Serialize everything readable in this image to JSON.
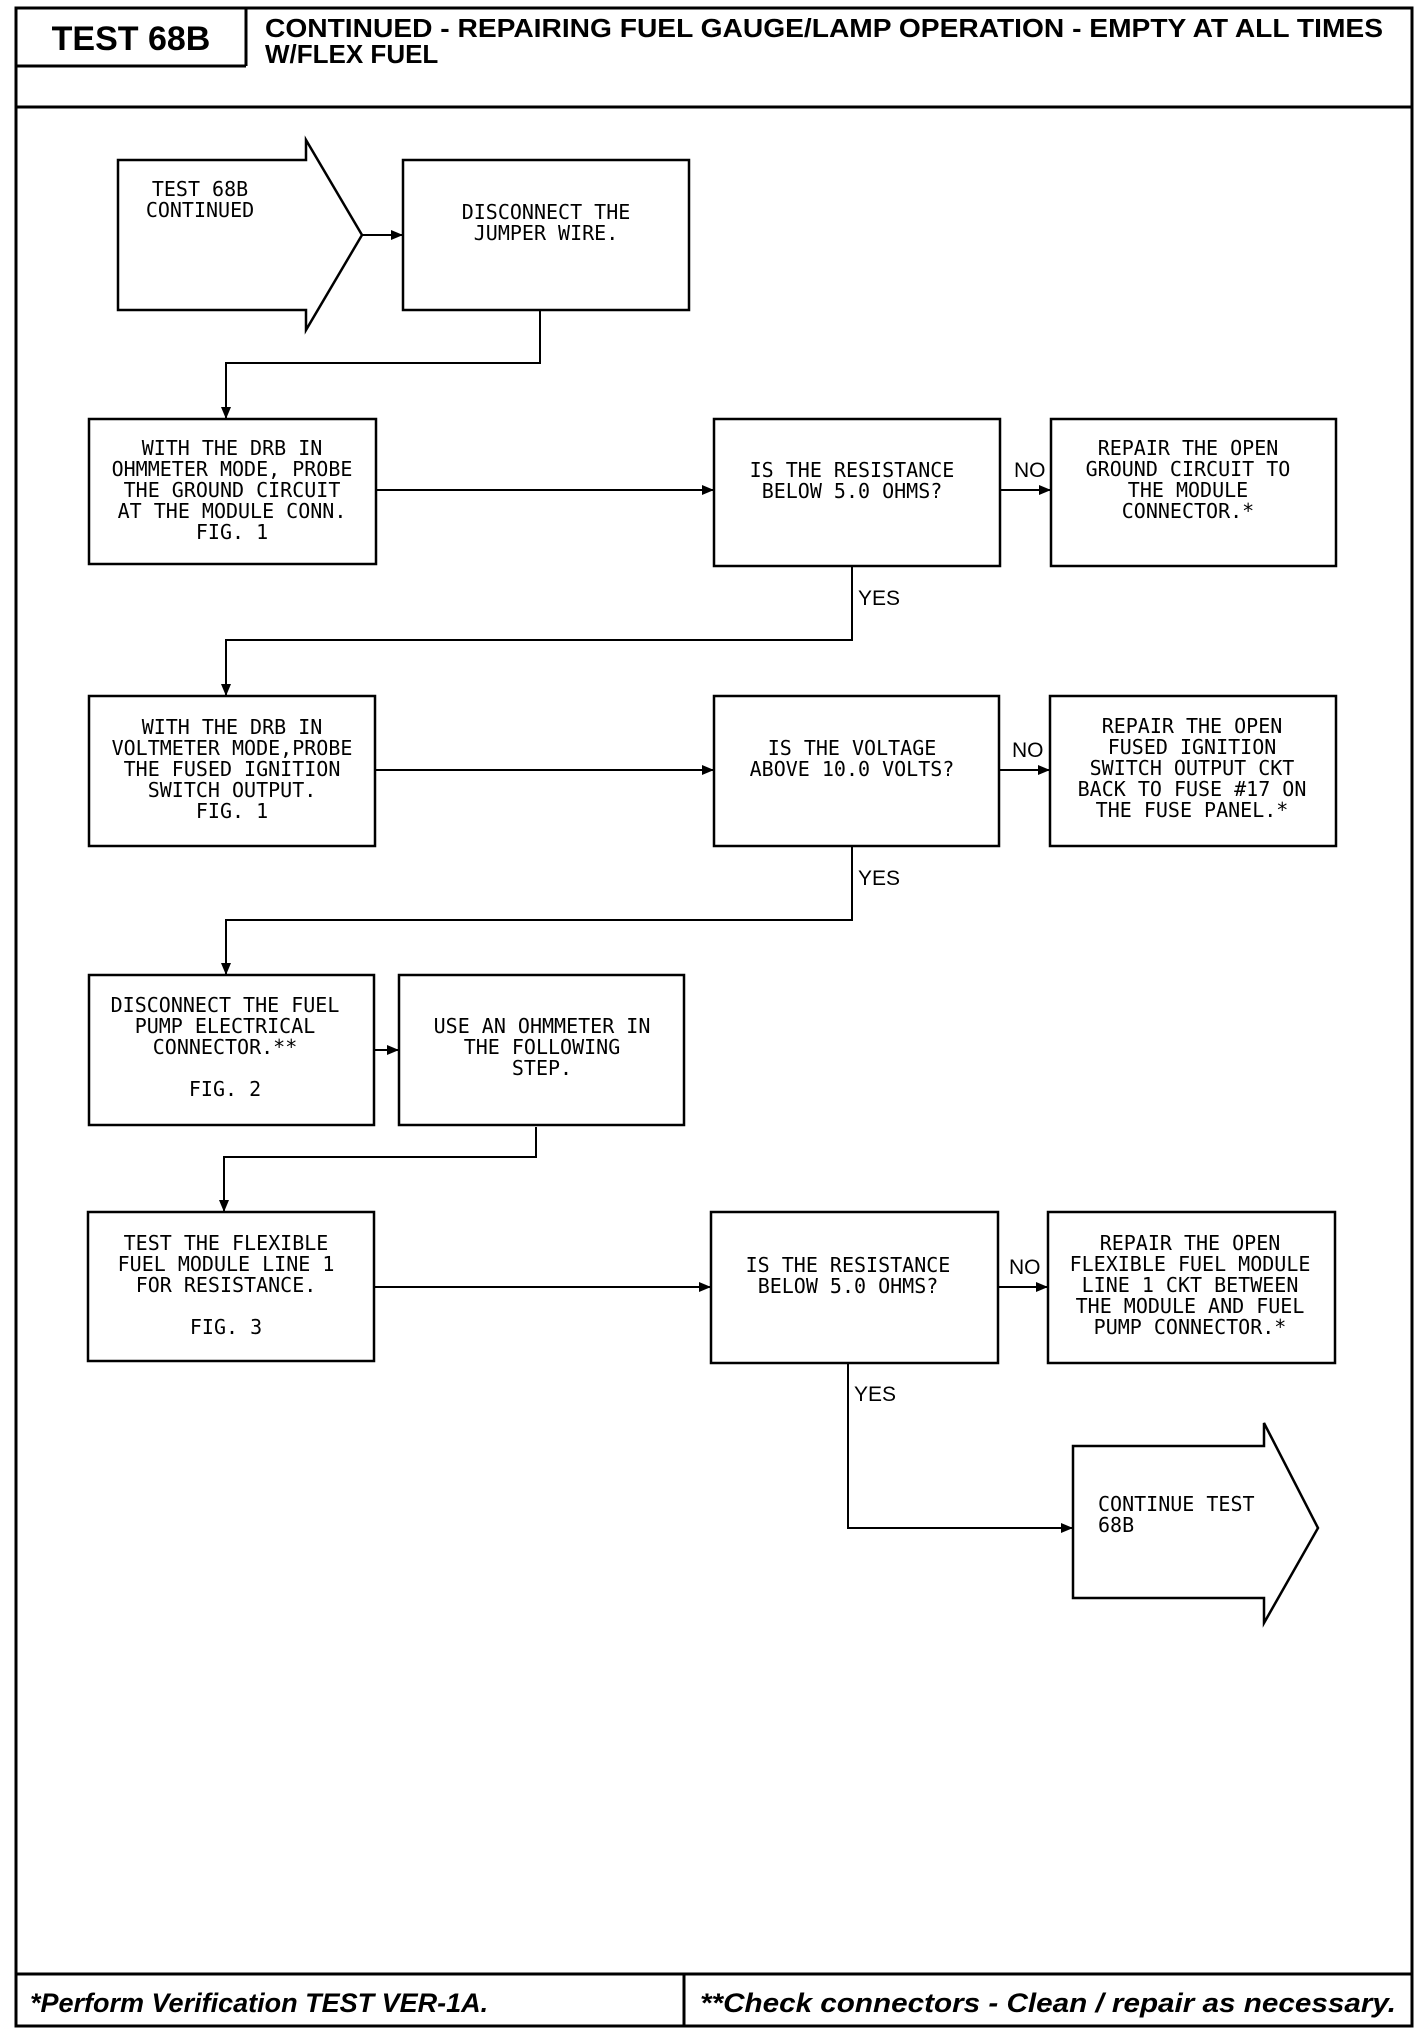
{
  "header": {
    "test_id": "TEST 68B",
    "title_line1": "CONTINUED - REPAIRING FUEL GAUGE/LAMP OPERATION - EMPTY AT ALL TIMES",
    "title_line2": "W/FLEX FUEL"
  },
  "nodes": [
    {
      "id": "start",
      "shape": "arrow",
      "lines": [
        "TEST 68B",
        "CONTINUED"
      ]
    },
    {
      "id": "disconnect_jumper",
      "shape": "box",
      "lines": [
        "DISCONNECT THE",
        "JUMPER WIRE."
      ]
    },
    {
      "id": "ohm_probe_ground",
      "shape": "box",
      "lines": [
        "WITH THE DRB IN",
        "OHMMETER MODE, PROBE",
        "THE GROUND CIRCUIT",
        "AT THE MODULE CONN.",
        "FIG. 1"
      ]
    },
    {
      "id": "q_resistance_1",
      "shape": "box",
      "lines": [
        "IS THE RESISTANCE",
        "BELOW 5.0 OHMS?"
      ]
    },
    {
      "id": "repair_ground",
      "shape": "box",
      "lines": [
        "REPAIR THE OPEN",
        "GROUND CIRCUIT TO",
        "THE MODULE",
        "CONNECTOR.*"
      ]
    },
    {
      "id": "volt_probe_ignition",
      "shape": "box",
      "lines": [
        "WITH THE DRB IN",
        "VOLTMETER MODE,PROBE",
        "THE FUSED IGNITION",
        "SWITCH OUTPUT.",
        "FIG. 1"
      ]
    },
    {
      "id": "q_voltage",
      "shape": "box",
      "lines": [
        "IS THE VOLTAGE",
        "ABOVE 10.0 VOLTS?"
      ]
    },
    {
      "id": "repair_ignition",
      "shape": "box",
      "lines": [
        "REPAIR THE OPEN",
        "FUSED IGNITION",
        "SWITCH OUTPUT CKT",
        "BACK TO FUSE #17 ON",
        "THE FUSE PANEL.*"
      ]
    },
    {
      "id": "disconnect_pump",
      "shape": "box",
      "lines": [
        "DISCONNECT THE FUEL",
        "PUMP ELECTRICAL",
        "CONNECTOR.**",
        "",
        "FIG. 2"
      ]
    },
    {
      "id": "use_ohmmeter",
      "shape": "box",
      "lines": [
        "USE AN OHMMETER IN",
        "THE FOLLOWING",
        "STEP."
      ]
    },
    {
      "id": "test_line1",
      "shape": "box",
      "lines": [
        "TEST THE FLEXIBLE",
        "FUEL MODULE LINE 1",
        "FOR RESISTANCE.",
        "",
        "FIG. 3"
      ]
    },
    {
      "id": "q_resistance_2",
      "shape": "box",
      "lines": [
        "IS THE RESISTANCE",
        "BELOW 5.0 OHMS?"
      ]
    },
    {
      "id": "repair_line1",
      "shape": "box",
      "lines": [
        "REPAIR THE OPEN",
        "FLEXIBLE FUEL MODULE",
        "LINE 1 CKT BETWEEN",
        "THE MODULE AND FUEL",
        "PUMP CONNECTOR.*"
      ]
    },
    {
      "id": "continue",
      "shape": "arrow",
      "lines": [
        "CONTINUE TEST",
        "68B"
      ]
    }
  ],
  "edges": [
    {
      "from": "start",
      "to": "disconnect_jumper",
      "label": ""
    },
    {
      "from": "disconnect_jumper",
      "to": "ohm_probe_ground",
      "label": ""
    },
    {
      "from": "ohm_probe_ground",
      "to": "q_resistance_1",
      "label": ""
    },
    {
      "from": "q_resistance_1",
      "to": "repair_ground",
      "label": "NO"
    },
    {
      "from": "q_resistance_1",
      "to": "volt_probe_ignition",
      "label": "YES"
    },
    {
      "from": "volt_probe_ignition",
      "to": "q_voltage",
      "label": ""
    },
    {
      "from": "q_voltage",
      "to": "repair_ignition",
      "label": "NO"
    },
    {
      "from": "q_voltage",
      "to": "disconnect_pump",
      "label": "YES"
    },
    {
      "from": "disconnect_pump",
      "to": "use_ohmmeter",
      "label": ""
    },
    {
      "from": "use_ohmmeter",
      "to": "test_line1",
      "label": ""
    },
    {
      "from": "test_line1",
      "to": "q_resistance_2",
      "label": ""
    },
    {
      "from": "q_resistance_2",
      "to": "repair_line1",
      "label": "NO"
    },
    {
      "from": "q_resistance_2",
      "to": "continue",
      "label": "YES"
    }
  ],
  "footer": {
    "left": "*Perform Verification TEST VER-1A.",
    "right": "**Check connectors - Clean / repair as necessary."
  }
}
